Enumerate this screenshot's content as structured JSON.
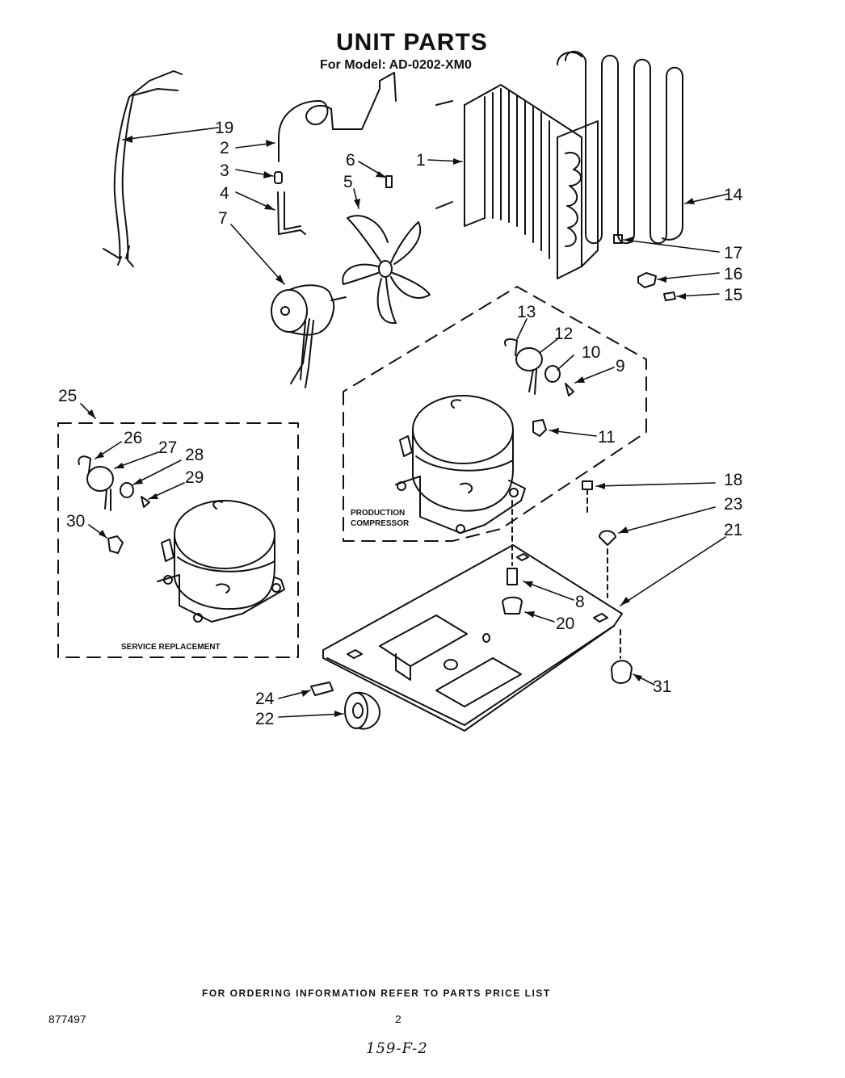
{
  "header": {
    "title": "UNIT PARTS",
    "model_line": "For Model: AD-0202-XM0"
  },
  "callouts": [
    "1",
    "2",
    "3",
    "4",
    "5",
    "6",
    "7",
    "8",
    "9",
    "10",
    "11",
    "12",
    "13",
    "14",
    "15",
    "16",
    "17",
    "18",
    "19",
    "20",
    "21",
    "22",
    "23",
    "24",
    "25",
    "26",
    "27",
    "28",
    "29",
    "30",
    "31"
  ],
  "boxes": {
    "production": {
      "line1": "PRODUCTION",
      "line2": "COMPRESSOR"
    },
    "service": {
      "label": "SERVICE REPLACEMENT"
    }
  },
  "footer": {
    "ordering_note": "FOR ORDERING INFORMATION REFER TO PARTS PRICE LIST",
    "doc_number": "877497",
    "page_number": "2",
    "handwritten_note": "159-F-2"
  }
}
